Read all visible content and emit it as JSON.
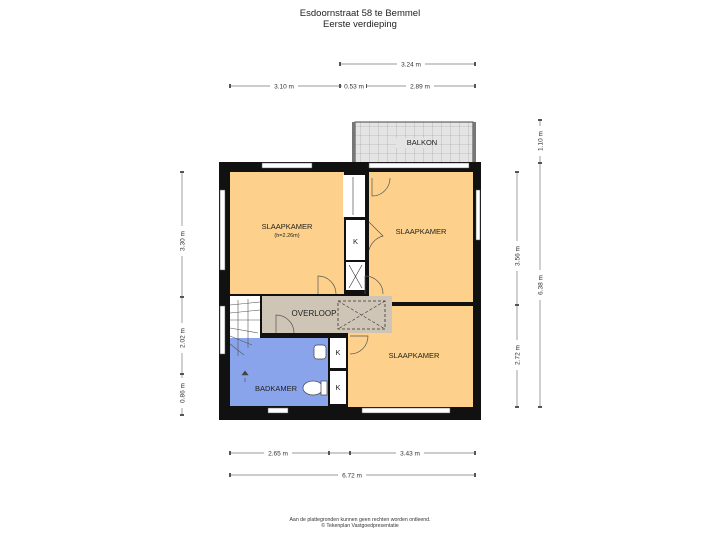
{
  "header": {
    "title": "Esdoornstraat 58 te Bemmel",
    "subtitle": "Eerste verdieping"
  },
  "rooms": {
    "balkon": "BALKON",
    "slaapkamer_1": "SLAAPKAMER",
    "slaapkamer_1_height": "(h=2.26m)",
    "slaapkamer_2": "SLAAPKAMER",
    "slaapkamer_3": "SLAAPKAMER",
    "overloop": "OVERLOOP",
    "badkamer": "BADKAMER",
    "kast_1": "K",
    "kast_2": "K",
    "kast_3": "K"
  },
  "dimensions": {
    "top_total": "3.24 m",
    "top_left": "3.10 m",
    "top_mid": "0.53 m",
    "top_right": "2.89 m",
    "bottom_left": "2.65 m",
    "bottom_right": "3.43 m",
    "bottom_total": "6.72 m",
    "left_top": "3.30 m",
    "left_mid": "2.02 m",
    "left_bottom": "0.86 m",
    "right_balkon": "1.10 m",
    "right_upper": "3.56 m",
    "right_lower": "2.72 m",
    "right_total": "6.38 m"
  },
  "colors": {
    "slaapkamer": "#fdd18b",
    "badkamer": "#8aa4ec",
    "overloop": "#cfc5b6",
    "kast": "#ffffff",
    "wall": "#111111",
    "balkon": "#e6e6e6"
  },
  "footer": {
    "line1": "Aan de plattegronden kunnen geen rechten worden ontleend.",
    "line2": "© Tekenplan Vastgoedpresentatie"
  }
}
